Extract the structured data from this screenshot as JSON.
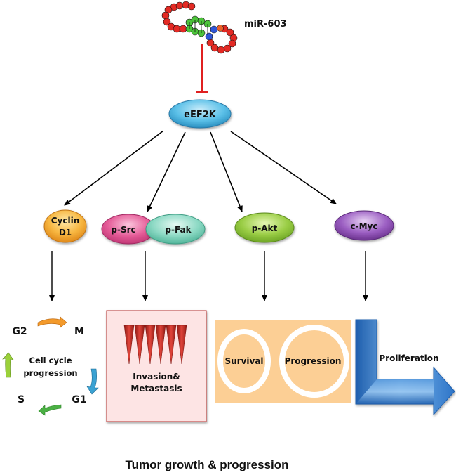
{
  "mirna": {
    "label": "miR-603"
  },
  "hub": {
    "label": "eEF2K",
    "color": "#4fb6e0"
  },
  "targets": {
    "cyclin": {
      "line1": "Cyclin",
      "line2": "D1",
      "color": "#f3a533"
    },
    "psrc": {
      "label": "p-Src",
      "color": "#e0508f"
    },
    "pfak": {
      "label": "p-Fak",
      "color": "#7dd4bd"
    },
    "pakt": {
      "label": "p-Akt",
      "color": "#8cc63f"
    },
    "cmyc": {
      "label": "c-Myc",
      "color": "#8a4bb0"
    }
  },
  "outcomes": {
    "cell_cycle": {
      "phases": {
        "g2": "G2",
        "m": "M",
        "g1": "G1",
        "s": "S"
      },
      "center_line1": "Cell cycle",
      "center_line2": "progression"
    },
    "invasion": {
      "line1": "Invasion&",
      "line2": "Metastasis"
    },
    "survival": {
      "left": "Survival",
      "right": "Progression"
    },
    "proliferation": {
      "label": "Proliferation"
    }
  },
  "colors": {
    "inhibition": "#e02020",
    "arrow": "#000000",
    "invasion_box_border": "#c0504d",
    "invasion_box_fill": "#fde4e4",
    "survival_box_fill": "#fccf95",
    "proliferation_blue": "#2e75c8"
  },
  "footer": {
    "title": "Tumor growth & progression"
  }
}
